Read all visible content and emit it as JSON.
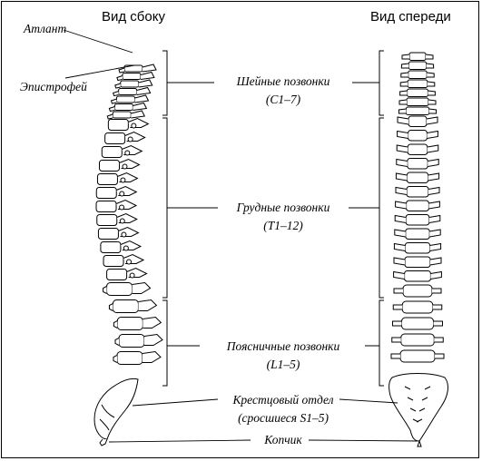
{
  "headings": {
    "side_view": "Вид сбоку",
    "front_view": "Вид спереди"
  },
  "labels": {
    "atlas": "Атлант",
    "axis": "Эпистрофей",
    "cervical_title": "Шейные позвонки",
    "cervical_range": "(C1–7)",
    "thoracic_title": "Грудные позвонки",
    "thoracic_range": "(T1–12)",
    "lumbar_title": "Поясничные позвонки",
    "lumbar_range": "(L1–5)",
    "sacrum_title": "Крестцовый отдел",
    "sacrum_range": "(сросшиеся S1–5)",
    "coccyx": "Копчик"
  },
  "colors": {
    "ink": "#000000",
    "background": "#ffffff"
  }
}
